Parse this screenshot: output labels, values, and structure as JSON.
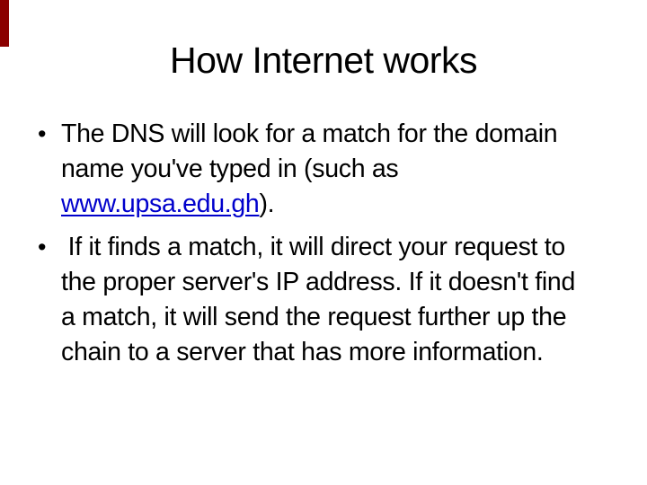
{
  "slide": {
    "title": "How Internet works",
    "bullet_glyph": "•",
    "accent_bar_color": "#8B0000",
    "text_color": "#000000",
    "link_color": "#0000CC",
    "bullet1": {
      "lines_before_link": "The DNS will look for a match for the domain\nname you've typed in (such as",
      "link_text": "www.upsa.edu.gh",
      "after_link": ")."
    },
    "bullet2": {
      "text": " If it finds a match, it will direct your request to\nthe proper server's IP address. If it doesn't find\na match, it will send the request further up the\nchain to a server that has more information."
    }
  }
}
